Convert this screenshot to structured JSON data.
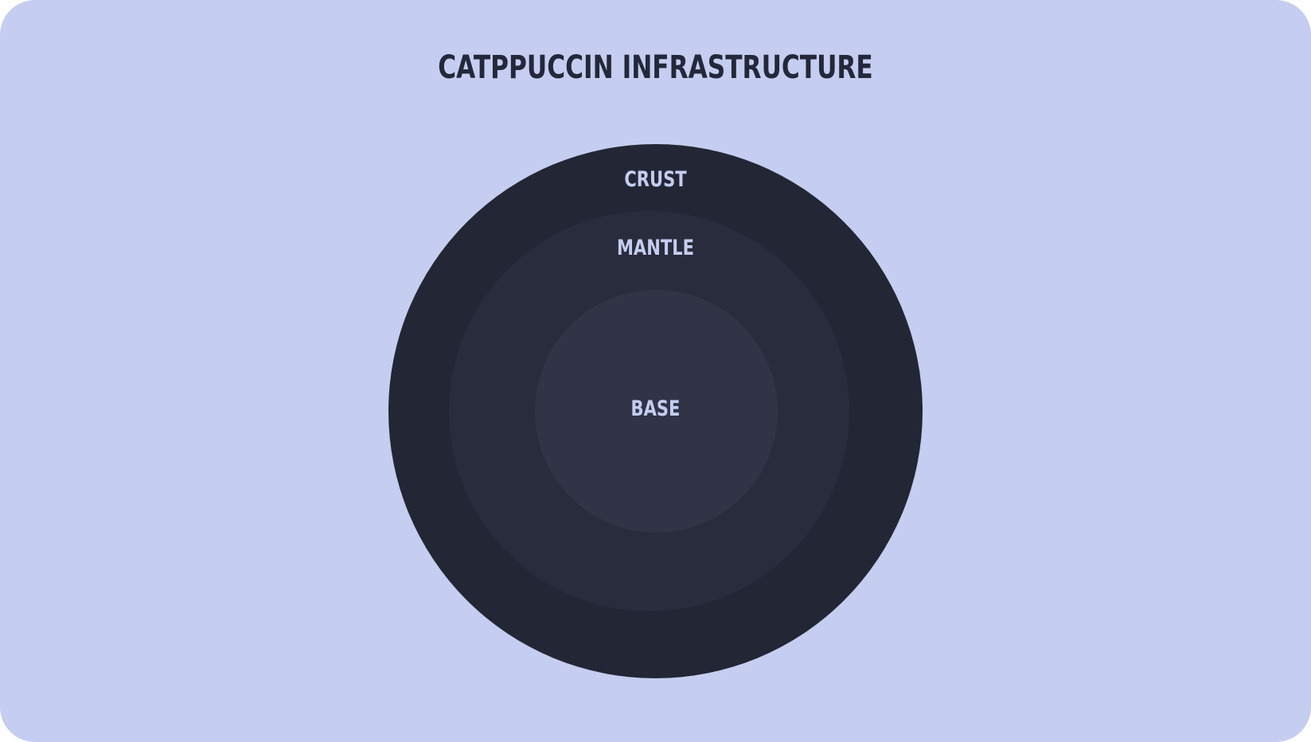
{
  "title": "CATPPUCCIN INFRASTRUCTURE",
  "colors": {
    "background": "#c5cdf0",
    "title_text": "#23283a",
    "label_text": "#c5cdf0",
    "crust": "#232634",
    "mantle": "#292c3c",
    "base": "#303446"
  },
  "layers": [
    {
      "label": "CRUST"
    },
    {
      "label": "MANTLE"
    },
    {
      "label": "BASE"
    }
  ]
}
